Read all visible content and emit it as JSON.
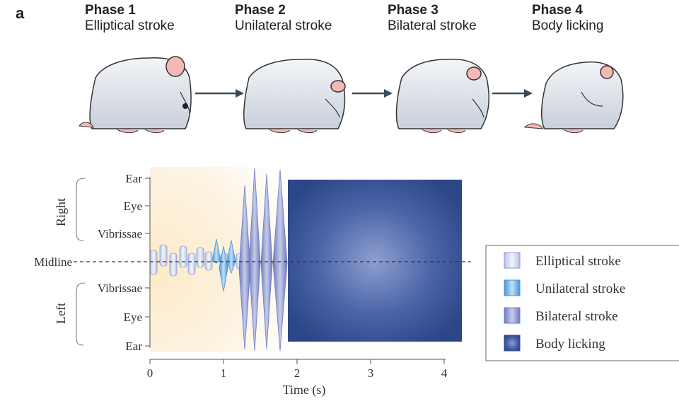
{
  "panel_letter": "a",
  "phases": [
    {
      "title": "Phase 1",
      "subtitle": "Elliptical stroke"
    },
    {
      "title": "Phase 2",
      "subtitle": "Unilateral stroke"
    },
    {
      "title": "Phase 3",
      "subtitle": "Bilateral stroke"
    },
    {
      "title": "Phase 4",
      "subtitle": "Body licking"
    }
  ],
  "chart": {
    "y_groups": {
      "right": "Right",
      "left": "Left"
    },
    "y_ticks": {
      "ear_top": "Ear",
      "eye_top": "Eye",
      "vib_top": "Vibrissae",
      "midline": "Midline",
      "vib_bottom": "Vibrissae",
      "eye_bottom": "Eye",
      "ear_bottom": "Ear"
    },
    "x_ticks": [
      "0",
      "1",
      "2",
      "3",
      "4"
    ],
    "x_label": "Time (s)",
    "legend": [
      {
        "label": "Elliptical stroke",
        "color": "#d8ddf0"
      },
      {
        "label": "Unilateral stroke",
        "color": "#7fb3e3"
      },
      {
        "label": "Bilateral stroke",
        "color": "#8e98cc"
      },
      {
        "label": "Body licking",
        "color": "#2e4e8e"
      }
    ]
  }
}
